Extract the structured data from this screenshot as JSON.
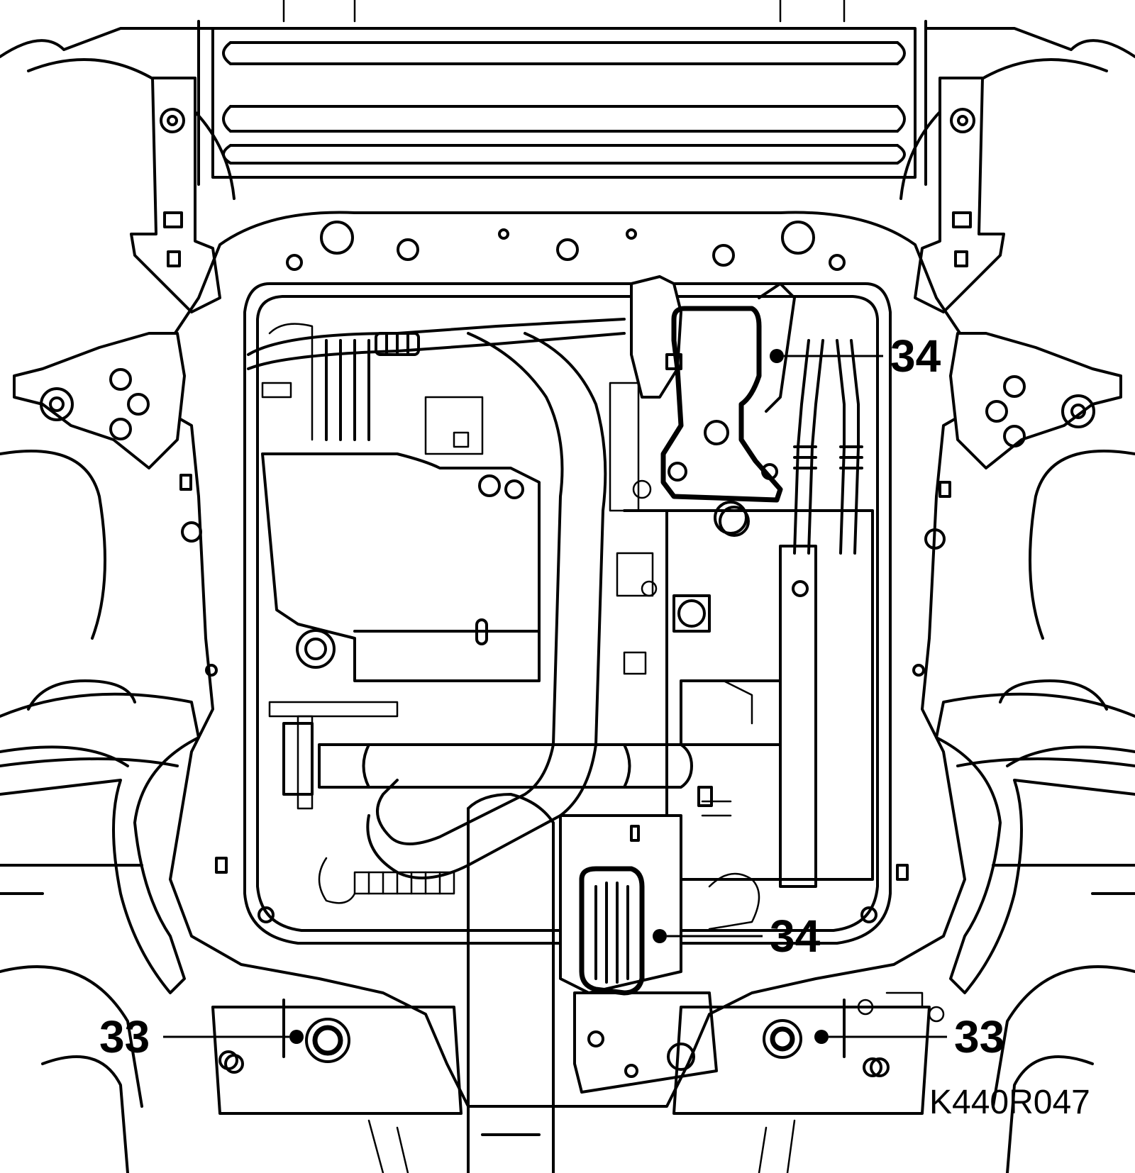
{
  "figure_code": "K440R047",
  "callouts": {
    "upper_right_mount": "34",
    "lower_center_mount": "34",
    "left_subframe_bolt": "33",
    "right_subframe_bolt": "33"
  },
  "colors": {
    "line": "#000000",
    "background": "#ffffff"
  }
}
